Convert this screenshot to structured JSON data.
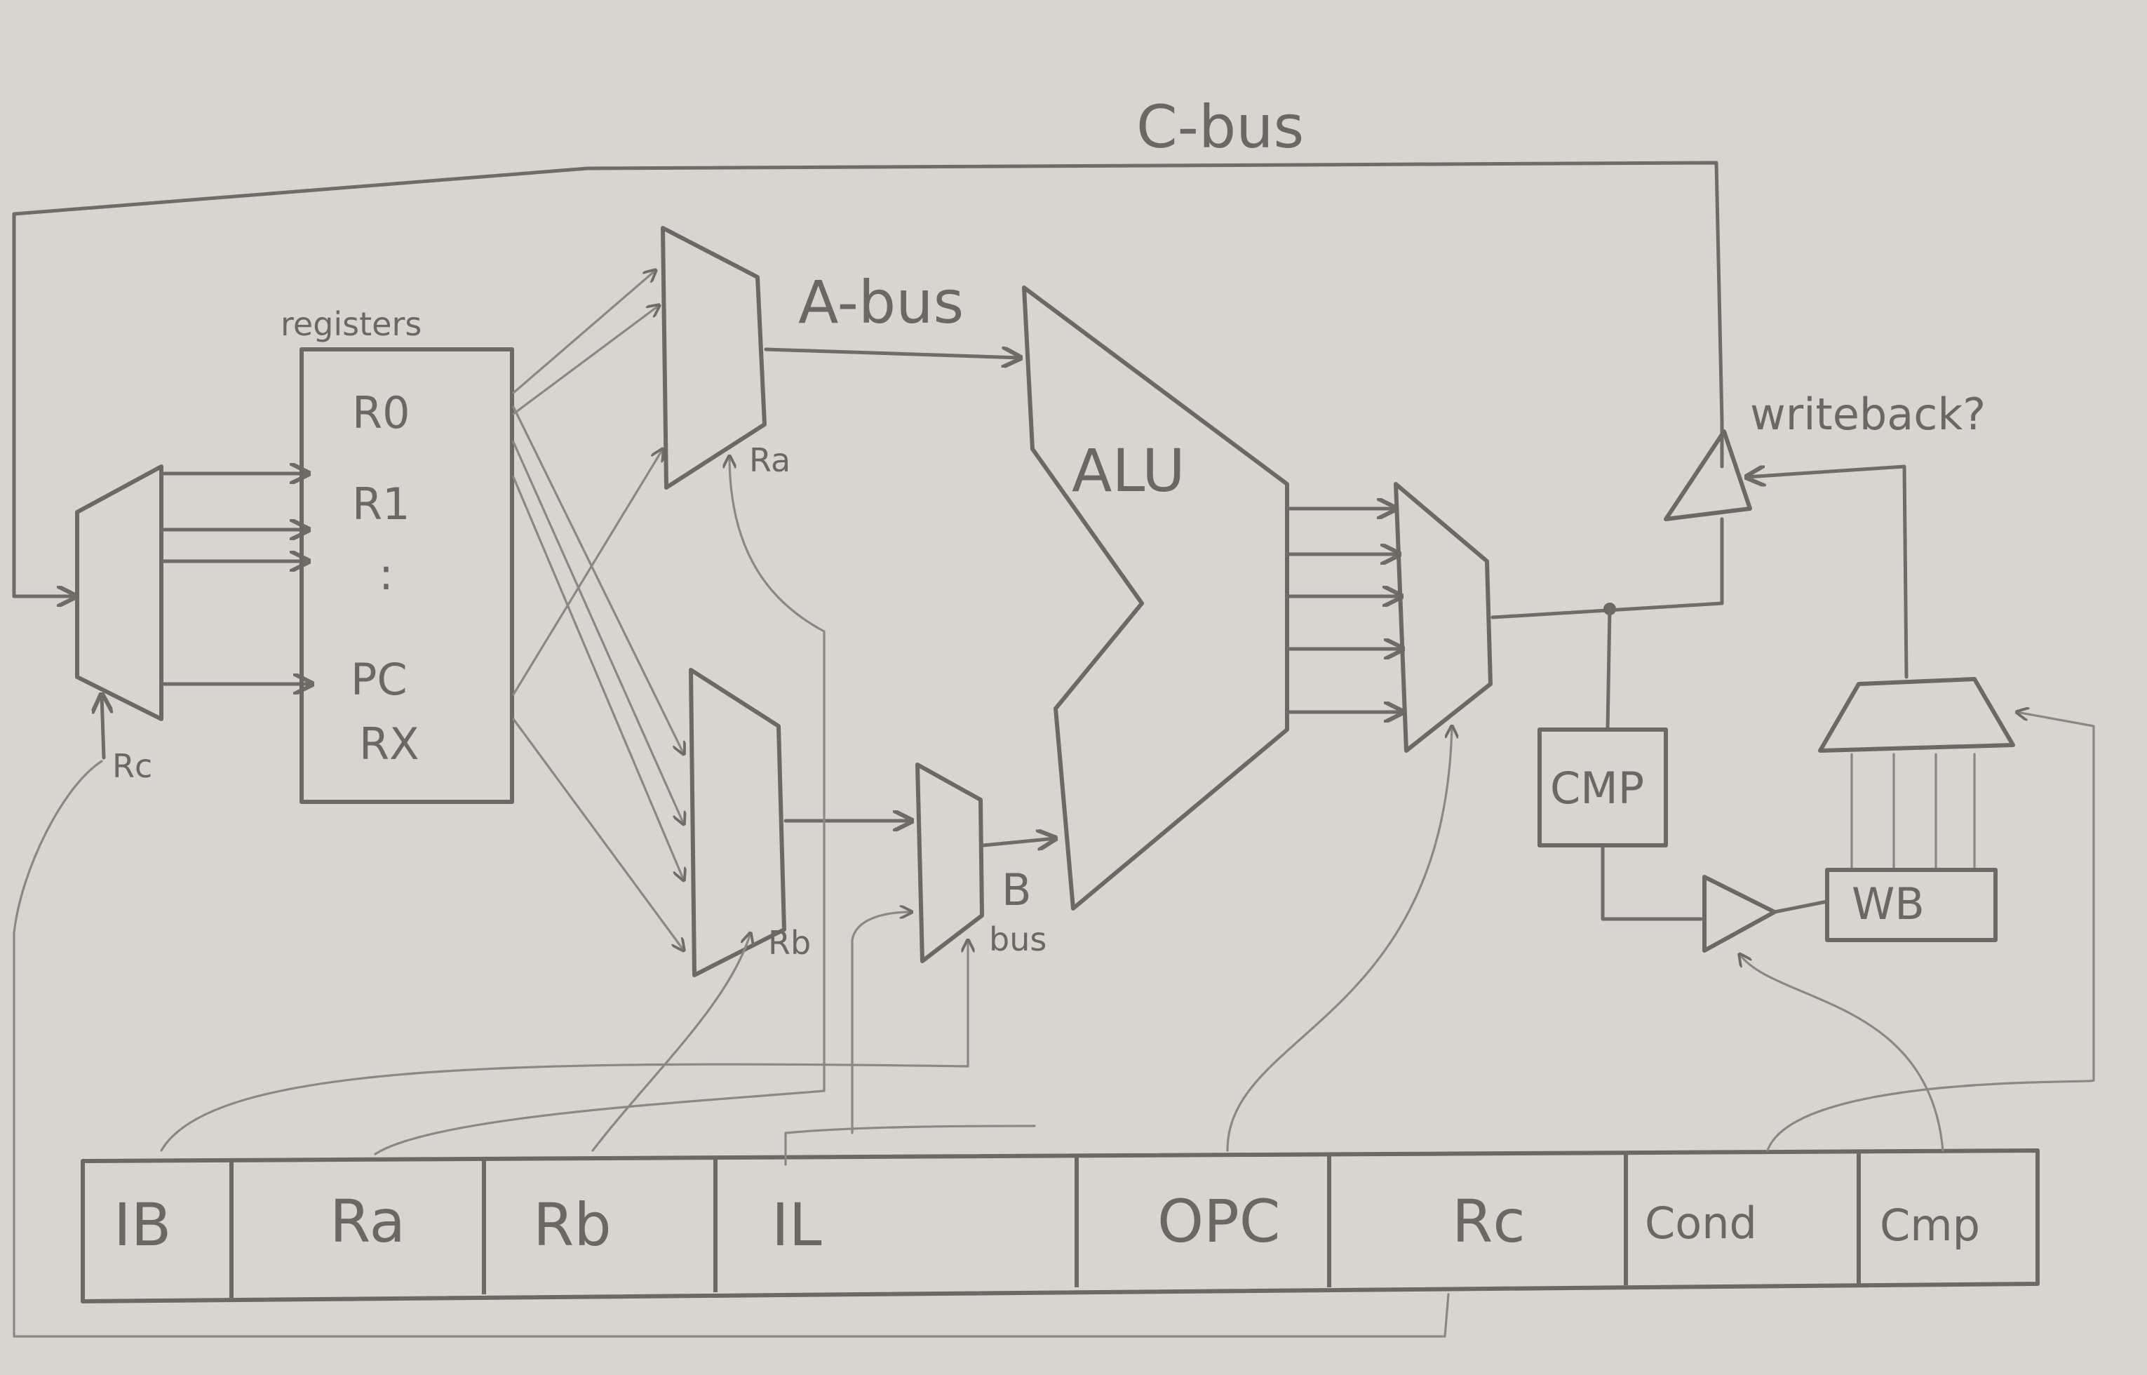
{
  "labels": {
    "c_bus": "C-bus",
    "a_bus": "A-bus",
    "b": "B",
    "bus": "bus",
    "registers": "registers",
    "alu": "ALU",
    "writeback": "writeback?",
    "cmp_box": "CMP",
    "wb_box": "WB",
    "sel_ra": "Ra",
    "sel_rb": "Rb",
    "sel_rc": "Rc"
  },
  "registers": [
    "R0",
    "R1",
    ":",
    "PC",
    "RX"
  ],
  "instruction_fields": [
    "IB",
    "Ra",
    "Rb",
    "IL",
    "OPC",
    "Rc",
    "Cond",
    "Cmp"
  ],
  "colors": {
    "paper": "#d7d5d0",
    "pencil": "#6b6964"
  }
}
